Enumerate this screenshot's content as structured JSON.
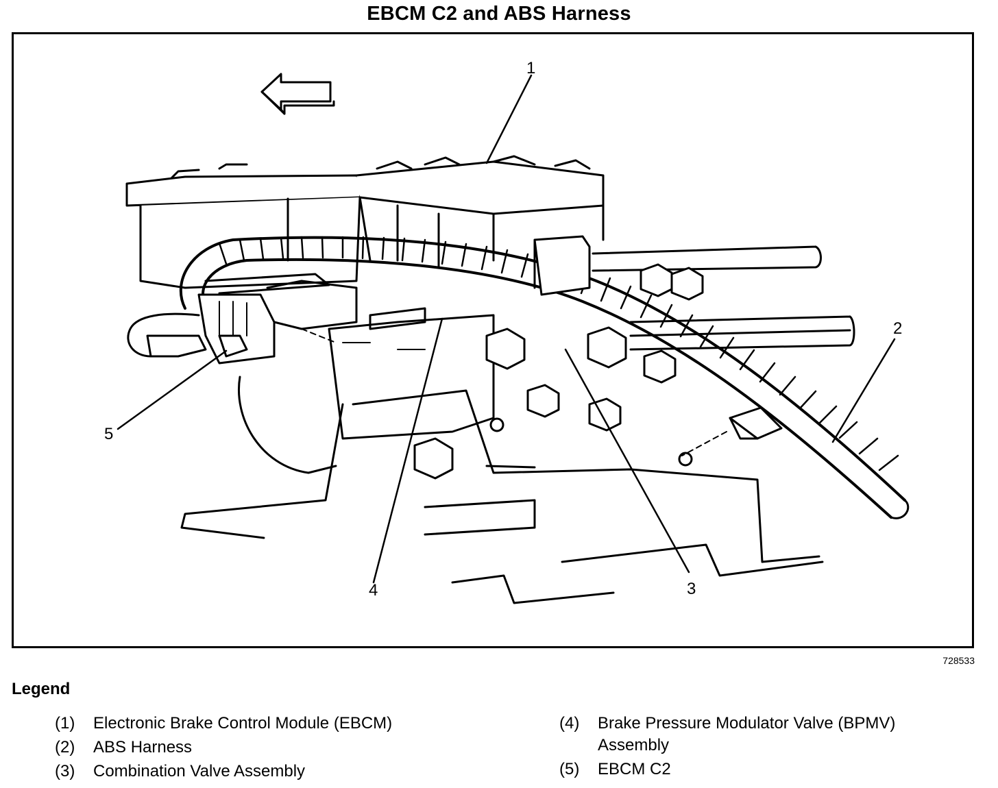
{
  "title": "EBCM C2 and ABS Harness",
  "figure_id": "728533",
  "callouts": [
    "1",
    "2",
    "3",
    "4",
    "5"
  ],
  "legend": {
    "heading": "Legend",
    "items": [
      {
        "num": "(1)",
        "text": "Electronic Brake Control Module (EBCM)"
      },
      {
        "num": "(2)",
        "text": "ABS Harness"
      },
      {
        "num": "(3)",
        "text": "Combination Valve Assembly"
      },
      {
        "num": "(4)",
        "text": "Brake Pressure Modulator Valve (BPMV) Assembly"
      },
      {
        "num": "(5)",
        "text": "EBCM C2"
      }
    ]
  }
}
